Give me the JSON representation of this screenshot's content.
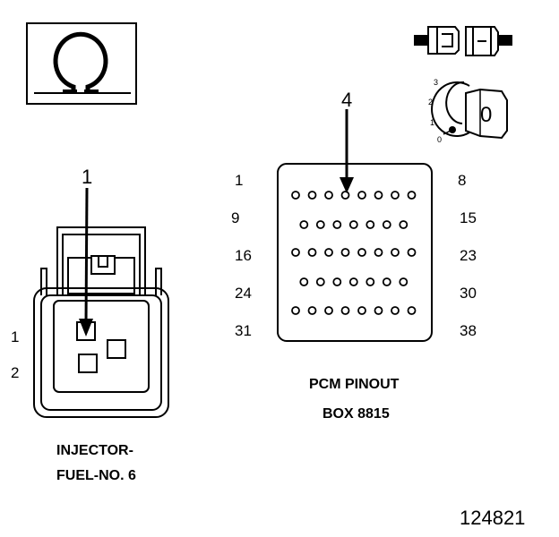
{
  "ohm_symbol": "Ω",
  "key_position_numbers": [
    "3",
    "2",
    "1",
    "0"
  ],
  "key_label": "0",
  "injector": {
    "callout": "1",
    "pins": [
      "1",
      "2"
    ],
    "caption_line1": "INJECTOR-",
    "caption_line2": "FUEL-NO. 6"
  },
  "pcm": {
    "callout": "4",
    "left_pin_numbers": [
      "1",
      "9",
      "16",
      "24",
      "31"
    ],
    "right_pin_numbers": [
      "8",
      "15",
      "23",
      "30",
      "38"
    ],
    "row_pin_counts": [
      8,
      7,
      8,
      7,
      8
    ],
    "caption_line1": "PCM PINOUT",
    "caption_line2": "BOX 8815"
  },
  "figure_number": "124821",
  "colors": {
    "ink": "#000000",
    "background": "#ffffff"
  }
}
